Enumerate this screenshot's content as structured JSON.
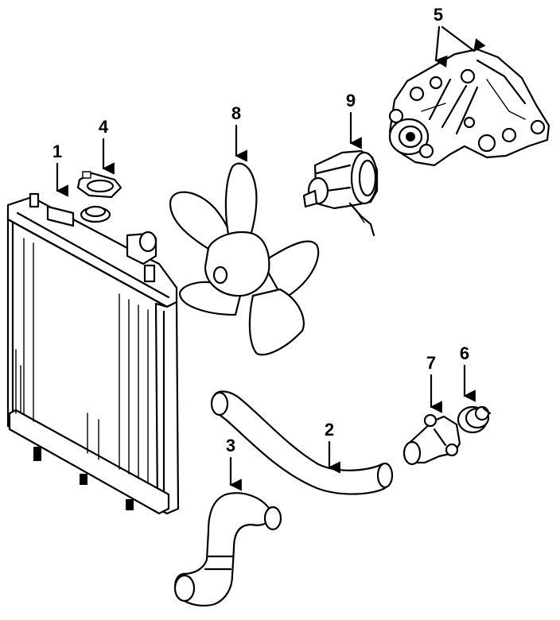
{
  "callouts": [
    {
      "id": "radiator",
      "label": "1"
    },
    {
      "id": "lower-hose",
      "label": "2"
    },
    {
      "id": "upper-hose",
      "label": "3"
    },
    {
      "id": "radiator-cap",
      "label": "4"
    },
    {
      "id": "water-pump",
      "label": "5"
    },
    {
      "id": "thermostat",
      "label": "6"
    },
    {
      "id": "thermostat-housing",
      "label": "7"
    },
    {
      "id": "fan-blade",
      "label": "8"
    },
    {
      "id": "fan-motor",
      "label": "9"
    }
  ]
}
